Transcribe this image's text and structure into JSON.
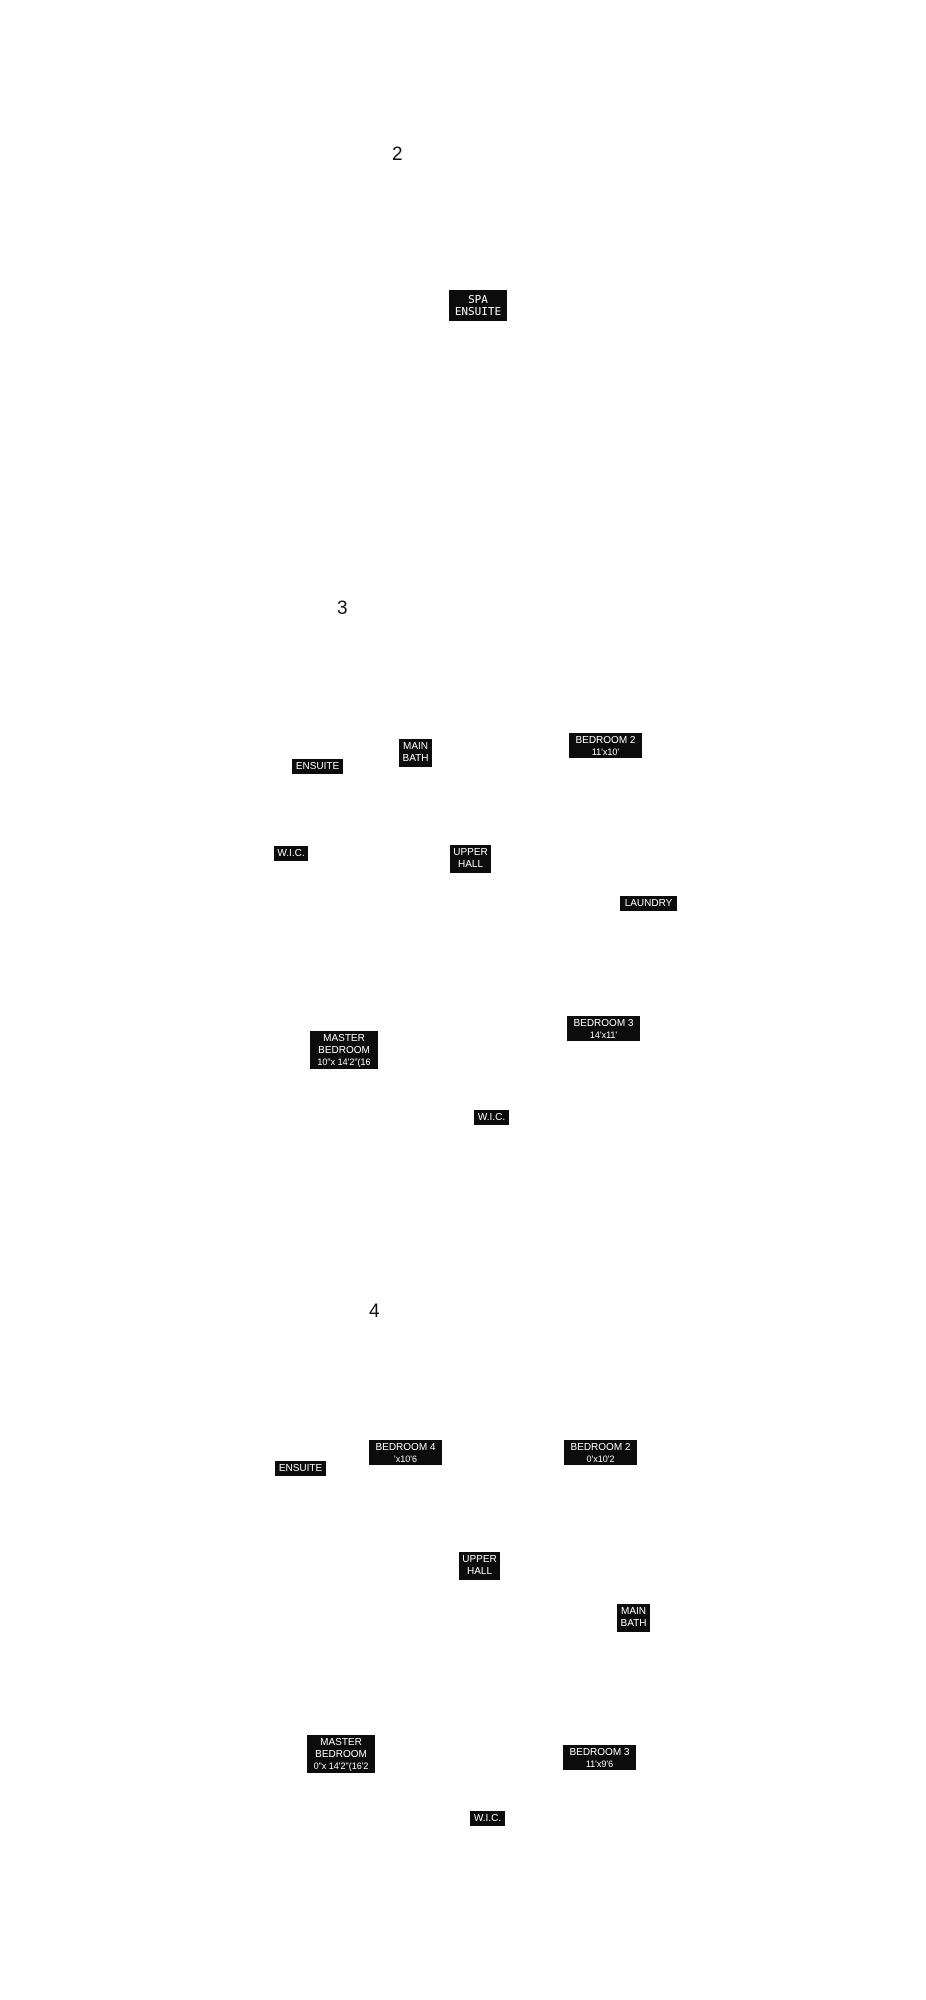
{
  "plans": [
    {
      "number": "2",
      "rooms": [
        {
          "id": "spa-ensuite",
          "lines": [
            "SPA",
            "ENSUITE"
          ]
        }
      ]
    },
    {
      "number": "3",
      "rooms": [
        {
          "id": "main-bath",
          "lines": [
            "MAIN",
            "BATH"
          ]
        },
        {
          "id": "bedroom-2",
          "lines": [
            "BEDROOM 2",
            "11'x10'"
          ]
        },
        {
          "id": "ensuite",
          "lines": [
            "ENSUITE"
          ]
        },
        {
          "id": "wic-1",
          "lines": [
            "W.I.C."
          ]
        },
        {
          "id": "upper-hall",
          "lines": [
            "UPPER",
            "HALL"
          ]
        },
        {
          "id": "laundry",
          "lines": [
            "LAUNDRY"
          ]
        },
        {
          "id": "bedroom-3",
          "lines": [
            "BEDROOM 3",
            "14'x11'"
          ]
        },
        {
          "id": "master-bedroom",
          "lines": [
            "MASTER",
            "BEDROOM",
            "10\"x 14'2\"(16"
          ]
        },
        {
          "id": "wic-2",
          "lines": [
            "W.I.C."
          ]
        }
      ]
    },
    {
      "number": "4",
      "rooms": [
        {
          "id": "bedroom-4",
          "lines": [
            "BEDROOM 4",
            "'x10'6"
          ]
        },
        {
          "id": "bedroom-2",
          "lines": [
            "BEDROOM 2",
            "0'x10'2"
          ]
        },
        {
          "id": "ensuite",
          "lines": [
            "ENSUITE"
          ]
        },
        {
          "id": "upper-hall",
          "lines": [
            "UPPER",
            "HALL"
          ]
        },
        {
          "id": "main-bath",
          "lines": [
            "MAIN",
            "BATH"
          ]
        },
        {
          "id": "master-bedroom",
          "lines": [
            "MASTER",
            "BEDROOM",
            "0\"x 14'2\"(16'2"
          ]
        },
        {
          "id": "bedroom-3",
          "lines": [
            "BEDROOM 3",
            "11'x9'6"
          ]
        },
        {
          "id": "wic",
          "lines": [
            "W.I.C."
          ]
        }
      ]
    }
  ]
}
